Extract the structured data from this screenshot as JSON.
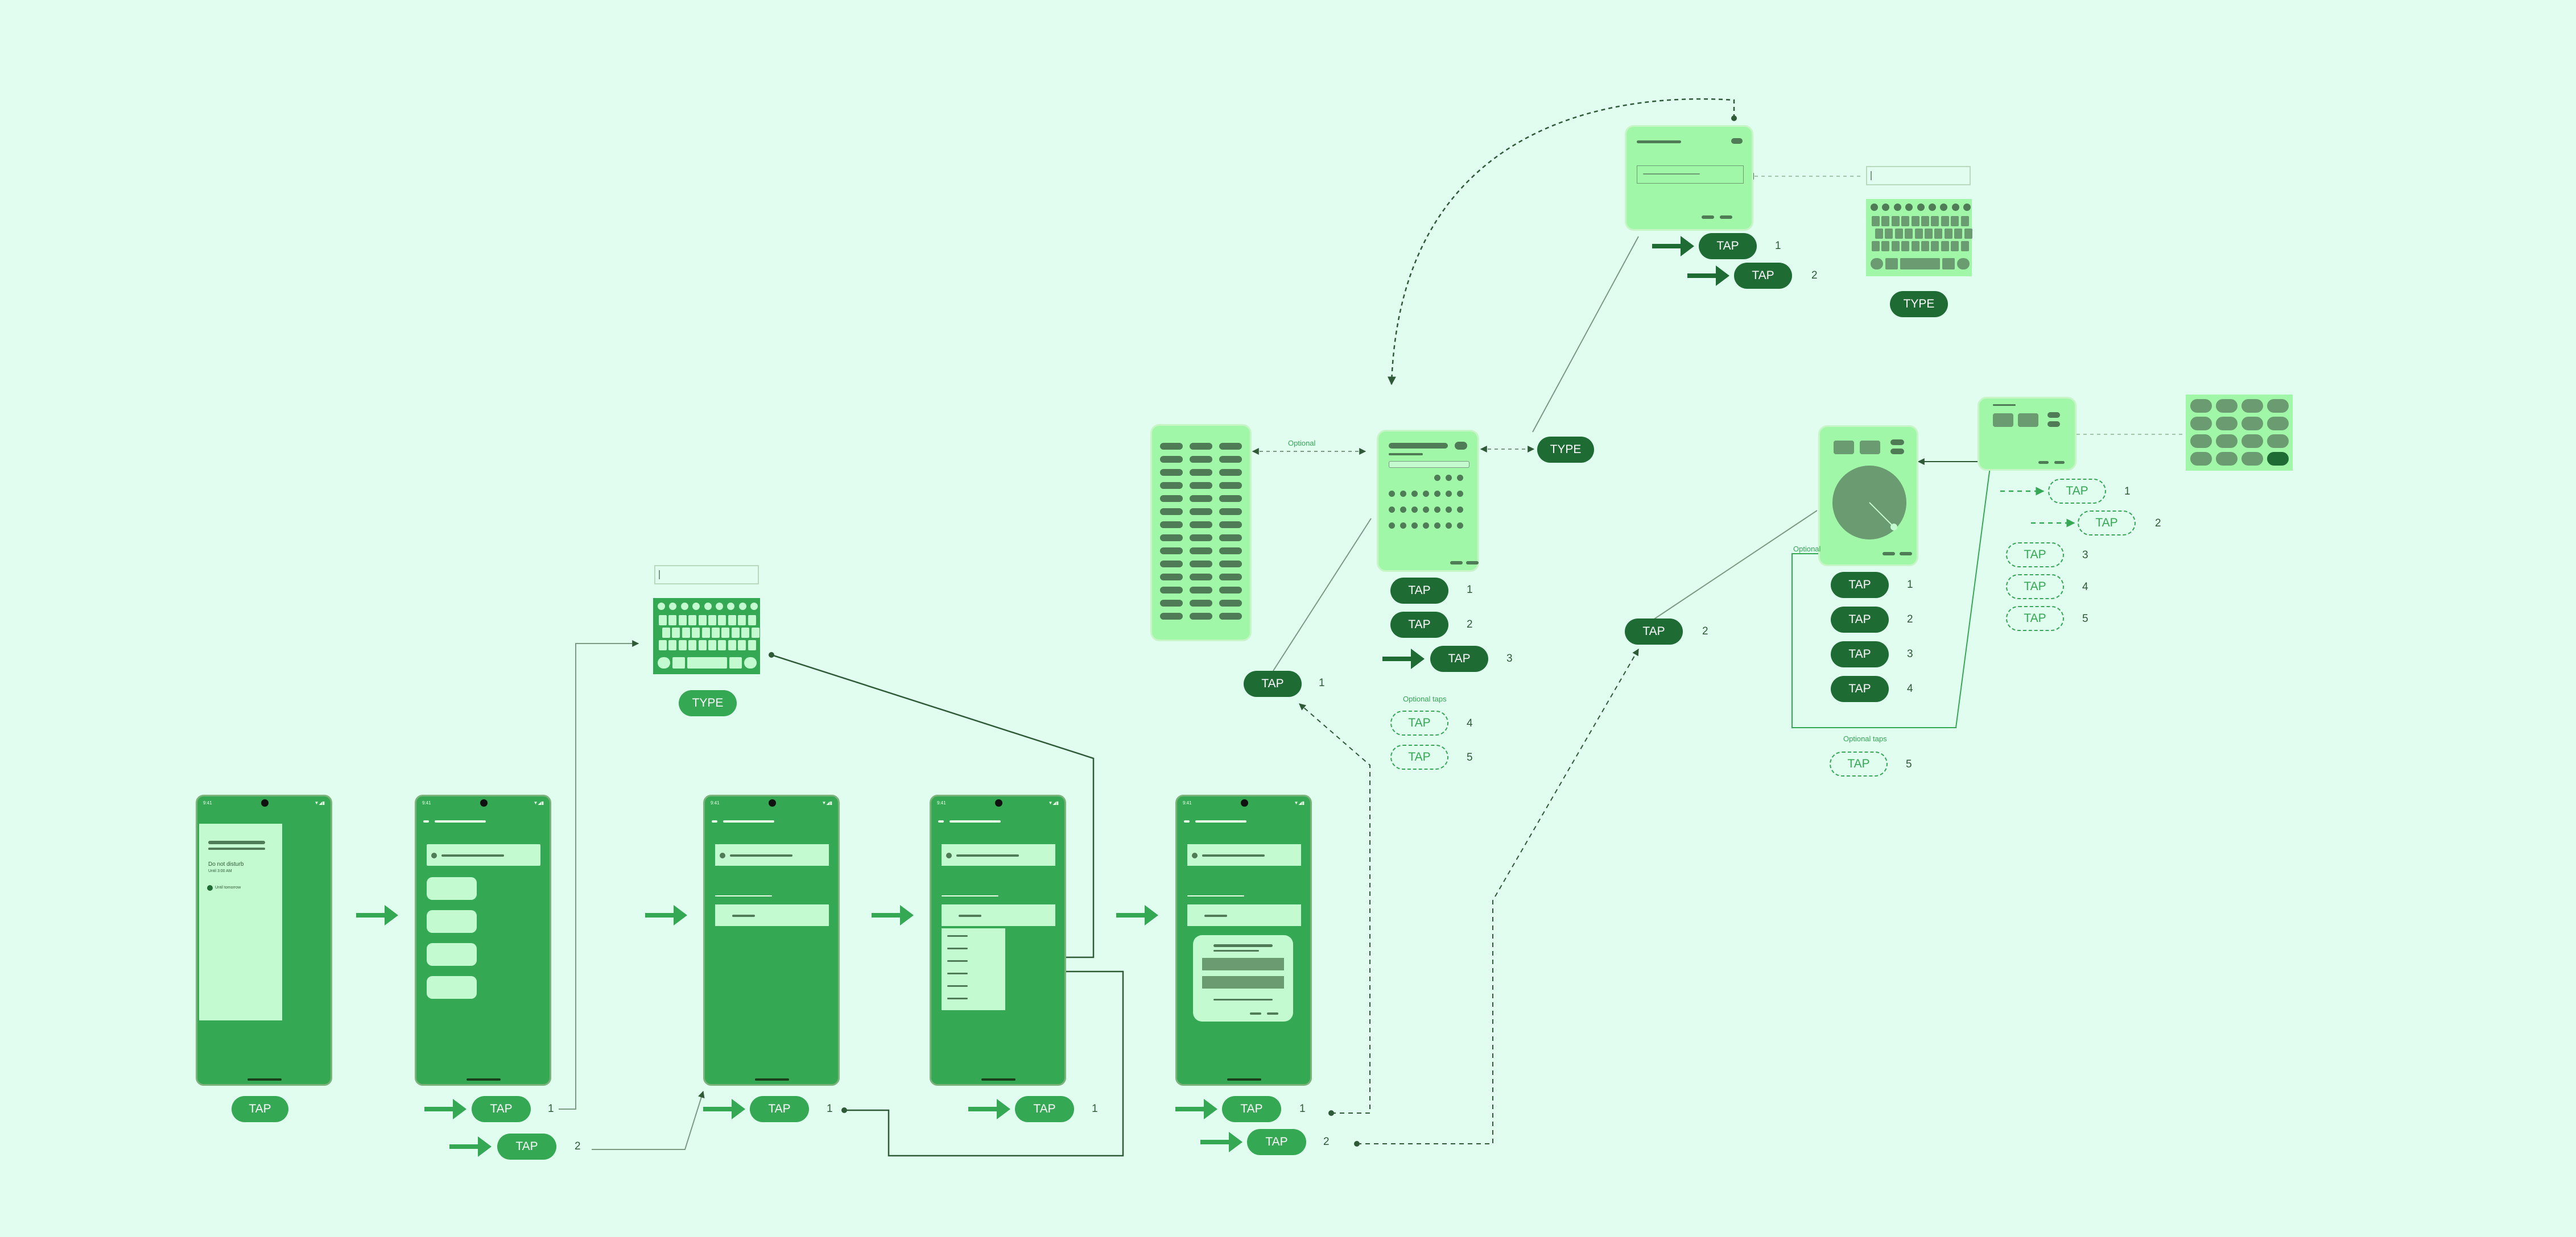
{
  "actions": {
    "tap": "TAP",
    "type": "TYPE"
  },
  "labels": {
    "optional": "Optional",
    "optional_taps": "Optional taps",
    "n1": "1",
    "n2": "2",
    "n3": "3",
    "n4": "4",
    "n5": "5"
  },
  "phone1": {
    "dialog_title": "Do not disturb",
    "dialog_sub": "Until 3:00 AM",
    "dialog_option": "Until tomorrow"
  },
  "colors": {
    "background": "#e0fdf0",
    "phone": "#34a853",
    "pill_light": "#34a853",
    "pill_dark": "#1e6b34",
    "card": "#a0f7a8",
    "connector": "#2e5a36"
  }
}
